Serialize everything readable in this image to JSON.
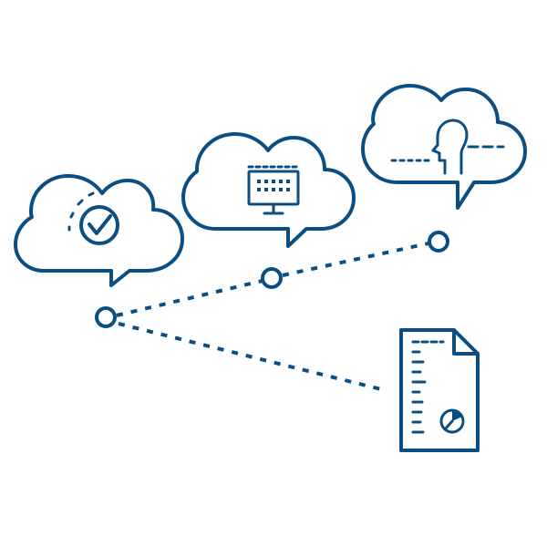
{
  "colors": {
    "ink": "#0b4f82",
    "background": "#ffffff"
  },
  "diagram": {
    "nodes": [
      {
        "id": "origin-node",
        "kind": "open-circle"
      },
      {
        "id": "cloud-node-1",
        "kind": "open-circle"
      },
      {
        "id": "cloud-node-2",
        "kind": "open-circle"
      }
    ],
    "clouds": [
      {
        "id": "cloud-check",
        "icon": "check-circle-icon"
      },
      {
        "id": "cloud-monitor",
        "icon": "monitor-icon"
      },
      {
        "id": "cloud-person",
        "icon": "person-head-icon"
      }
    ],
    "document": {
      "icon": "document-chart-icon"
    },
    "connectors": [
      {
        "from": "origin-node",
        "to": "cloud-node-1",
        "style": "dotted"
      },
      {
        "from": "cloud-node-1",
        "to": "cloud-node-2",
        "style": "dotted"
      },
      {
        "from": "origin-node",
        "to": "document",
        "style": "dotted"
      }
    ]
  }
}
